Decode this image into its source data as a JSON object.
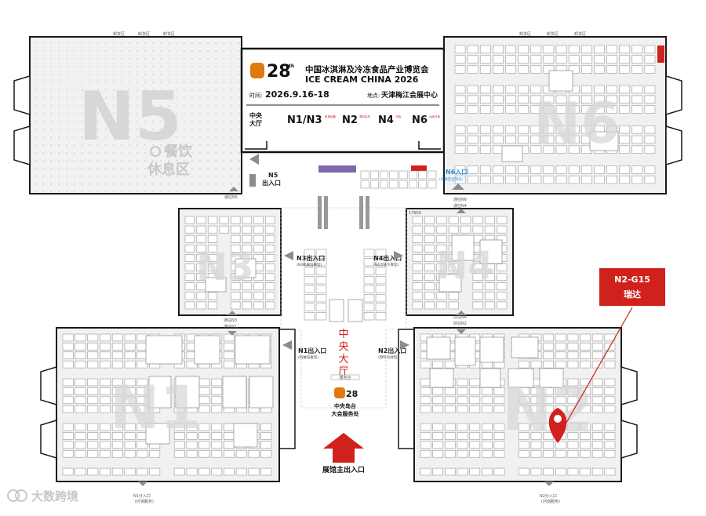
{
  "halls": {
    "n5": "N5",
    "n6": "N6",
    "n3": "N3",
    "n4": "N4",
    "n1": "N1",
    "n2": "N2"
  },
  "n5_rest": {
    "line1": "餐饮",
    "line2": "休息区"
  },
  "loading": {
    "label": "卸货区"
  },
  "poster": {
    "edition": "28",
    "edition_suffix": "th",
    "title_cn": "中国冰淇淋及冷冻食品产业博览会",
    "title_en": "ICE CREAM CHINA 2026",
    "time_label": "时间:",
    "time_value": "2026.9.16-18",
    "venue_label": "地点:",
    "venue_value": "天津梅江会展中心",
    "legend": [
      {
        "label": "中央\n大厅",
        "sub": ""
      },
      {
        "label": "N1/N3",
        "sub": "机械设备"
      },
      {
        "label": "N2",
        "sub": "原料包材"
      },
      {
        "label": "N4",
        "sub": "冷链"
      },
      {
        "label": "N6",
        "sub": "冰品冷食"
      }
    ]
  },
  "entrances": {
    "n5": "N5\n出入口",
    "n6": "N6入口",
    "n6_sub": "(高德定位到此)",
    "n3": "N3出入口",
    "n3_sub": "(N3机械设备馆)",
    "n4": "N4出入口",
    "n4_sub": "(N4冷链冷库馆)",
    "n1": "N1出入口",
    "n1_sub": "(机械设备馆)",
    "n2": "N2出入口",
    "n2_sub": "(原料包材馆)",
    "main": "展馆主出入口",
    "n1_side": "N1分入口",
    "n1_side_sub": "(问询服务)",
    "n2_side": "N2分入口",
    "n2_side_sub": "(问询服务)"
  },
  "passages": {
    "to_n5": "通往N5",
    "to_n6": "通往N6",
    "to_n4": "通往N4",
    "to_n3": "通往N3",
    "to_n1": "通往N1",
    "to_n4_2": "前往N4",
    "to_n2": "前往N2"
  },
  "central": {
    "hall_name": "中央大厅",
    "service_edition": "28",
    "service_line1": "中央岛台",
    "service_line2": "大会服务处",
    "counter": "服务台",
    "booth_17600": "17600"
  },
  "marker": {
    "code": "N2-G15",
    "name": "瑞达",
    "color": "#d0211c"
  },
  "watermark": "大数跨境",
  "colors": {
    "accent_red": "#d0211c",
    "poster_orange": "#e07a10",
    "n6_blue": "#2a8fd6",
    "entrance_gray": "#8c8c8c"
  }
}
